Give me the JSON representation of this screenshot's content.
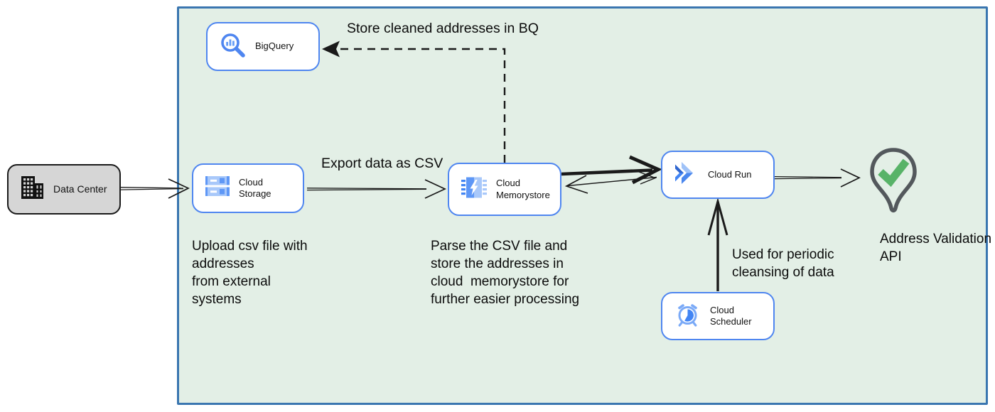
{
  "nodes": {
    "data_center": {
      "label": "Data Center"
    },
    "bigquery": {
      "label": "BigQuery"
    },
    "cloud_storage": {
      "label": "Cloud Storage"
    },
    "cloud_memorystore": {
      "label": "Cloud Memorystore"
    },
    "cloud_run": {
      "label": "Cloud Run"
    },
    "cloud_scheduler": {
      "label": "Cloud Scheduler"
    },
    "address_validation_api": {
      "label": "Address Validation API"
    }
  },
  "annotations": {
    "store_cleaned": "Store cleaned addresses in BQ",
    "export_csv": "Export data as CSV",
    "upload_note": "Upload csv file with\naddresses\nfrom external\nsystems",
    "parse_note": "Parse the CSV file and\nstore the addresses in\ncloud  memorystore for\nfurther easier processing",
    "periodic_note": "Used for periodic\ncleansing of data"
  },
  "colors": {
    "container_fill": "#e3efe6",
    "container_border": "#3a76b0",
    "node_border": "#4f86f0",
    "data_center_fill": "#d6d6d6",
    "arrow": "#1a1a1a",
    "google_blue": "#4285f4",
    "light_blue": "#aecbfa",
    "check_green": "#58b368",
    "pin_outline": "#53585c"
  }
}
